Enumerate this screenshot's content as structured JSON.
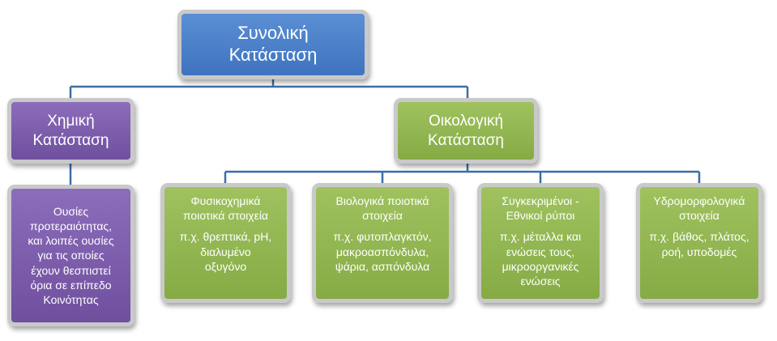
{
  "diagram": {
    "root": {
      "lines": [
        "Συνολική",
        "Κατάσταση"
      ]
    },
    "chemical": {
      "lines": [
        "Χημική",
        "Κατάσταση"
      ]
    },
    "ecological": {
      "lines": [
        "Οικολογική",
        "Κατάσταση"
      ]
    },
    "chemical_detail": {
      "lines": [
        "Ουσίες",
        "προτεραιότητας,",
        "και λοιπές ουσίες",
        "για τις οποίες",
        "έχουν θεσπιστεί",
        "όρια σε επίπεδο",
        "Κοινότητας"
      ]
    },
    "physicochemical": {
      "title": [
        "Φυσικοχημικά",
        "ποιοτικά στοιχεία"
      ],
      "example": [
        "π.χ. θρεπτικά, pH,",
        "διαλυμένο",
        "οξυγόνο"
      ]
    },
    "biological": {
      "title": [
        "Βιολογικά ποιοτικά",
        "στοιχεία"
      ],
      "example": [
        "π.χ. φυτοπλαγκτόν,",
        "μακροασπόνδυλα,",
        "ψάρια, ασπόνδυλα"
      ]
    },
    "pollutants": {
      "title": [
        "Συγκεκριμένοι -",
        "Εθνικοί ρύποι"
      ],
      "example": [
        "π.χ. μέταλλα και",
        "ενώσεις τους,",
        "μικροοργανικές",
        "ενώσεις"
      ]
    },
    "hydromorphological": {
      "title": [
        "Υδρομορφολογικά",
        "στοιχεία"
      ],
      "example": [
        "π.χ. βάθος, πλάτος,",
        "ροή, υποδομές"
      ]
    },
    "colors": {
      "root": "#4a80c8",
      "chemical": "#7a5aaa",
      "ecological": "#94b852",
      "connector": "#3b6fa8",
      "border": "#c9c9c9"
    }
  }
}
